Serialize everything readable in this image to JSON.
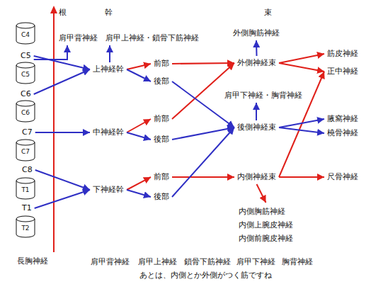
{
  "diagram": {
    "nodes": [
      {
        "text": [
          "C4"
        ]
      },
      {
        "text": [
          "C5"
        ]
      },
      {
        "text": [
          "C6"
        ]
      },
      {
        "text": [
          "C7"
        ]
      },
      {
        "text": [
          "T1"
        ]
      },
      {
        "text": [
          "T2"
        ]
      },
      {
        "text": [
          "C5"
        ]
      },
      {
        "text": [
          "C6"
        ]
      },
      {
        "text": [
          "C7"
        ]
      },
      {
        "text": [
          "C8"
        ]
      },
      {
        "text": [
          "T1"
        ]
      },
      {
        "text": [
          "肩甲背神経"
        ]
      },
      {
        "text": [
          "肩甲上神経・鎖骨下筋神経"
        ]
      },
      {
        "text": [
          "上神経幹"
        ]
      },
      {
        "text": [
          "中神経幹"
        ]
      },
      {
        "text": [
          "下神経幹"
        ]
      },
      {
        "text": [
          "前部"
        ]
      },
      {
        "text": [
          "後部"
        ]
      },
      {
        "text": [
          "前部"
        ]
      },
      {
        "text": [
          "後部"
        ]
      },
      {
        "text": [
          "前部"
        ]
      },
      {
        "text": [
          "後部"
        ]
      },
      {
        "text": [
          "外側胸筋神経"
        ]
      },
      {
        "text": [
          "外側神経束"
        ]
      },
      {
        "text": [
          "肩甲下神経・胸背神経"
        ]
      },
      {
        "text": [
          "後側神経束"
        ]
      },
      {
        "text": [
          "内側神経束"
        ]
      },
      {
        "text": [
          "内側胸筋神経",
          "内側上腕皮神経",
          "内側前腕皮神経"
        ]
      },
      {
        "text": [
          "筋皮神経"
        ]
      },
      {
        "text": [
          "正中神経"
        ]
      },
      {
        "text": [
          "腋窩神経"
        ]
      },
      {
        "text": [
          "橈骨神経"
        ]
      },
      {
        "text": [
          "尺骨神経"
        ]
      }
    ],
    "edges": [
      {
        "from": 6,
        "to": 13,
        "arrow": "to"
      },
      {
        "from": 7,
        "to": 13,
        "arrow": "to"
      },
      {
        "from": 8,
        "to": 14,
        "arrow": "to"
      },
      {
        "from": 9,
        "to": 15,
        "arrow": "to"
      },
      {
        "from": 10,
        "to": 15,
        "arrow": "to"
      },
      {
        "from": 6,
        "to": 11,
        "arrow": "to"
      },
      {
        "from": 13,
        "to": 12,
        "arrow": "to"
      },
      {
        "from": 13,
        "to": 16,
        "arrow": "to"
      },
      {
        "from": 13,
        "to": 17,
        "arrow": "to"
      },
      {
        "from": 14,
        "to": 18,
        "arrow": "to"
      },
      {
        "from": 14,
        "to": 19,
        "arrow": "to"
      },
      {
        "from": 15,
        "to": 20,
        "arrow": "to"
      },
      {
        "from": 15,
        "to": 21,
        "arrow": "to"
      },
      {
        "from": 16,
        "to": 23,
        "arrow": "to"
      },
      {
        "from": 18,
        "to": 23,
        "arrow": "to"
      },
      {
        "from": 20,
        "to": 26,
        "arrow": "to"
      },
      {
        "from": 17,
        "to": 25,
        "arrow": "to"
      },
      {
        "from": 19,
        "to": 25,
        "arrow": "to"
      },
      {
        "from": 21,
        "to": 25,
        "arrow": "to"
      },
      {
        "from": 23,
        "to": 22,
        "arrow": "to"
      },
      {
        "from": 25,
        "to": 24,
        "arrow": "to"
      },
      {
        "from": 26,
        "to": 27,
        "arrow": "to"
      },
      {
        "from": 23,
        "to": 28,
        "arrow": "to"
      },
      {
        "from": 23,
        "to": 29,
        "arrow": "to"
      },
      {
        "from": 26,
        "to": 29,
        "arrow": "to"
      },
      {
        "from": 26,
        "to": 32,
        "arrow": "to"
      },
      {
        "from": 25,
        "to": 30,
        "arrow": "to"
      },
      {
        "from": 25,
        "to": 31,
        "arrow": "to"
      }
    ],
    "labels": [
      "根",
      "幹",
      "束",
      "長胸神経",
      "肩甲背神経",
      "肩甲上神経",
      "鎖骨下筋神経",
      "肩甲下神経",
      "胸背神経",
      "あとは、内側とか外側がつく筋ですね"
    ]
  }
}
